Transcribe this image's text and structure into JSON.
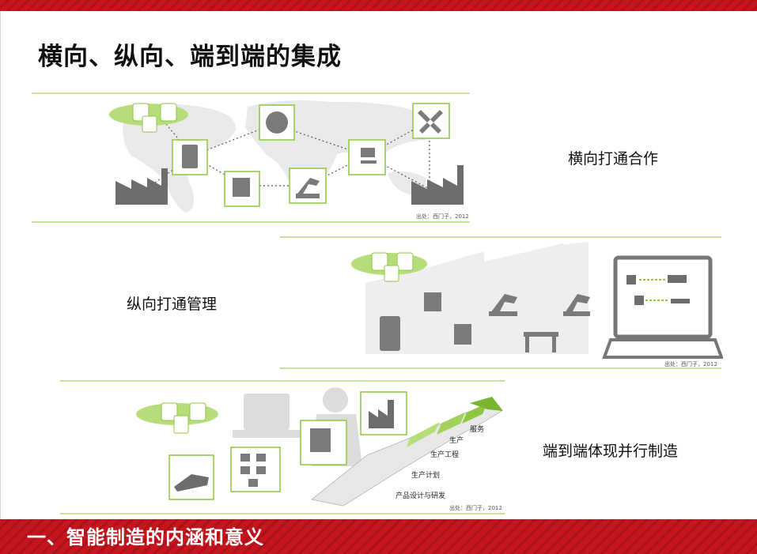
{
  "title": "横向、纵向、端到端的集成",
  "panels": [
    {
      "caption": "横向打通合作",
      "source": "出处：西门子，2012"
    },
    {
      "caption": "纵向打通管理",
      "source": "出处：西门子，2012"
    },
    {
      "caption": "端到端体现并行制造",
      "source": "出处：西门子，2012",
      "steps": [
        "服务",
        "生产",
        "生产工程",
        "生产计划",
        "产品设计与研发"
      ]
    }
  ],
  "footer": {
    "section_title": "一、智能制造的内涵和意义"
  },
  "colors": {
    "brand_red": "#c4161c",
    "accent_green": "#8dc63f"
  },
  "icons": [
    "cloud-icon",
    "factory-icon",
    "tools-icon",
    "server-icon",
    "cutter-icon",
    "workstation-icon",
    "machine-icon",
    "robot-arm-icon",
    "monitor-icon",
    "race-car-icon",
    "process-flow-icon"
  ]
}
